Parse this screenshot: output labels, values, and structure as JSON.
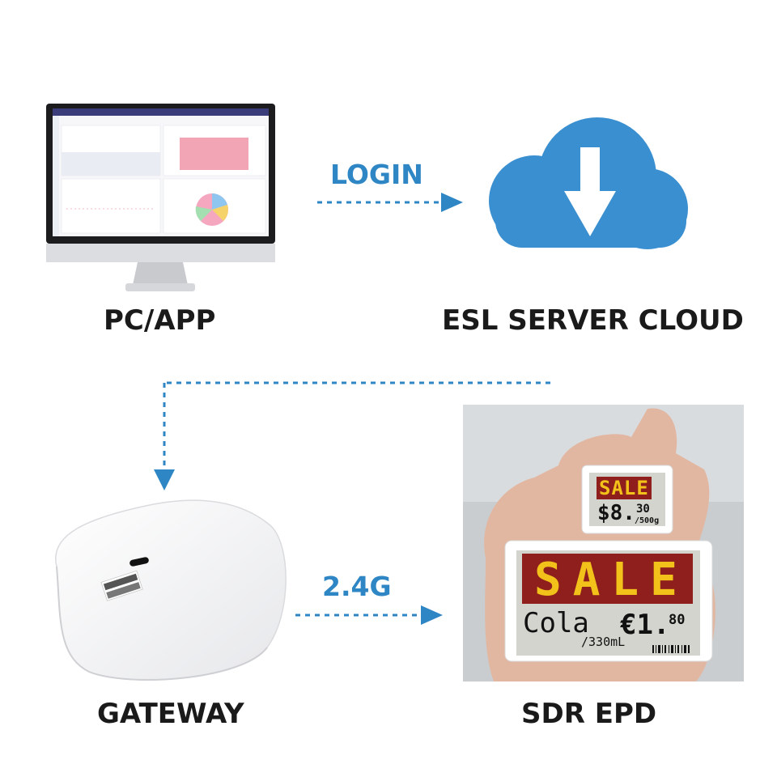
{
  "nodes": {
    "pc": {
      "label": "PC/APP"
    },
    "cloud": {
      "label": "ESL SERVER CLOUD"
    },
    "gateway": {
      "label": "GATEWAY"
    },
    "epd": {
      "label": "SDR EPD"
    }
  },
  "edges": {
    "login": {
      "label": "LOGIN"
    },
    "radio": {
      "label": "2.4G"
    }
  },
  "price_tags": {
    "small": {
      "badge": "SALE",
      "price_main": "$8.",
      "price_cents": "30",
      "unit": "/500g"
    },
    "large": {
      "badge": "SALE",
      "product": "Cola",
      "size": "/330mL",
      "price_main": "€1.",
      "price_cents": "80"
    }
  },
  "colors": {
    "accent": "#2f86c4",
    "cloud": "#3a8fd0",
    "sale_red": "#8e1f1c",
    "sale_yellow": "#f2c21a"
  }
}
